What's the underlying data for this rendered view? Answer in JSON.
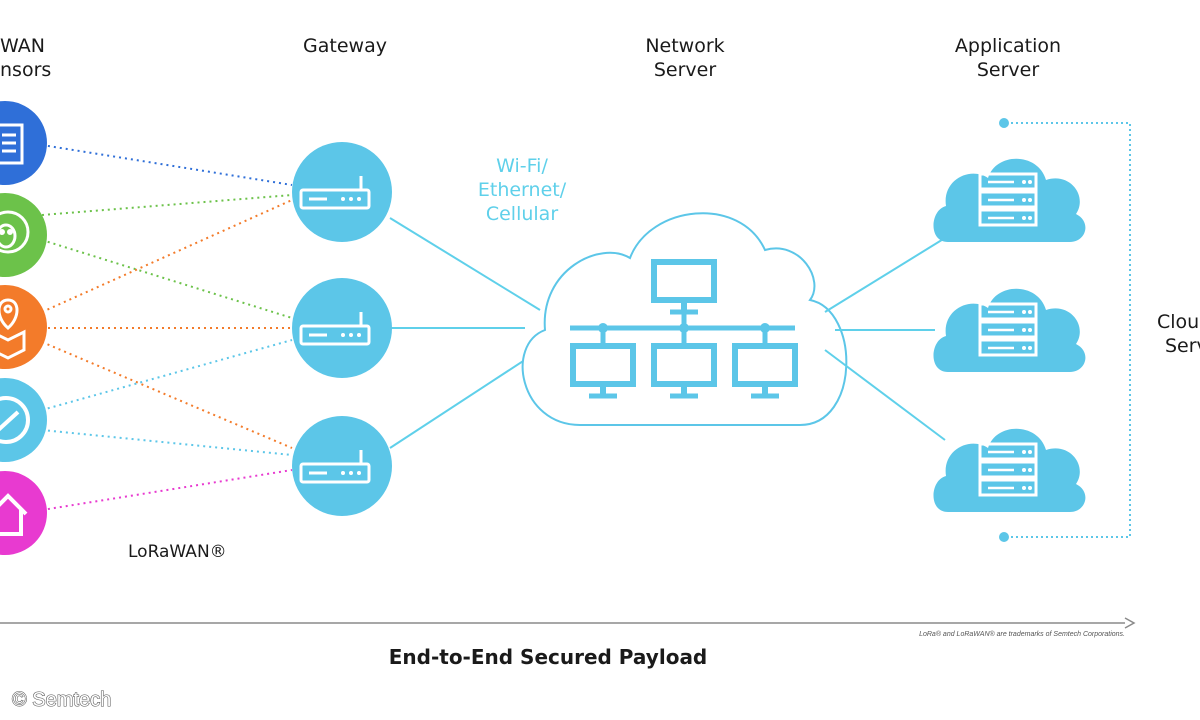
{
  "columns": {
    "sensors_line1": "WAN",
    "sensors_line2": "nsors",
    "gateway": "Gateway",
    "network_line1": "Network",
    "network_line2": "Server",
    "app_line1": "Application",
    "app_line2": "Server",
    "cloud_line1": "Clou",
    "cloud_line2": "Serv"
  },
  "backhaul_label": {
    "line1": "Wi-Fi/",
    "line2": "Ethernet/",
    "line3": "Cellular"
  },
  "protocol_label": "LoRaWAN®",
  "payload_label": "End-to-End Secured Payload",
  "trademark_note": "LoRa® and LoRaWAN® are trademarks of Semtech Corporations.",
  "credit": "© Semtech",
  "sensors": [
    {
      "name": "building",
      "icon": "building-icon",
      "color": "#2f6fd8"
    },
    {
      "name": "sheep",
      "icon": "sheep-icon",
      "color": "#6cc24a"
    },
    {
      "name": "package",
      "icon": "package-location-icon",
      "color": "#f37b2a"
    },
    {
      "name": "meter",
      "icon": "gauge-icon",
      "color": "#5cc6e8"
    },
    {
      "name": "home",
      "icon": "home-icon",
      "color": "#e83ad0"
    }
  ],
  "colors": {
    "accent": "#5fd0ea",
    "line": "#5fd0ea",
    "text": "#1a1a1a"
  }
}
